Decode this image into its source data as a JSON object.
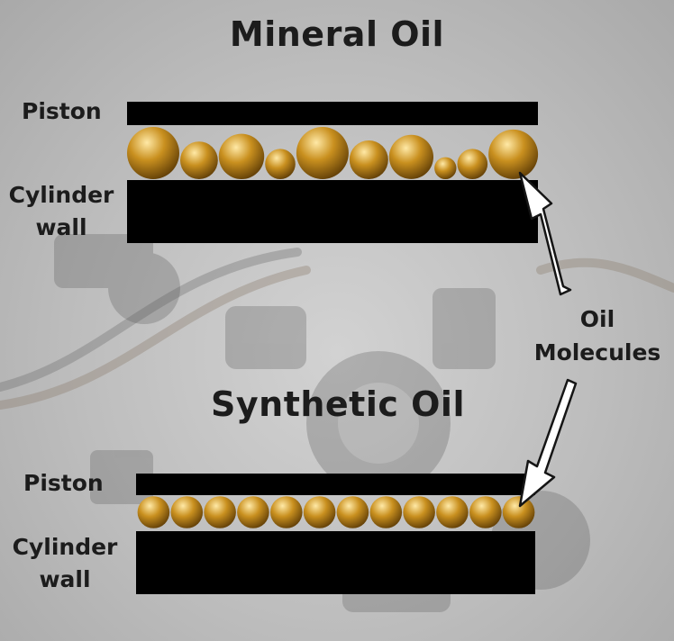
{
  "titles": {
    "top": "Mineral Oil",
    "bottom": "Synthetic Oil"
  },
  "labels": {
    "piston_top": "Piston",
    "cylinder_top_1": "Cylinder",
    "cylinder_top_2": "wall",
    "piston_bottom": "Piston",
    "cylinder_bottom_1": "Cylinder",
    "cylinder_bottom_2": "wall",
    "molecules_1": "Oil",
    "molecules_2": "Molecules"
  },
  "colors": {
    "bar": "#000000",
    "text": "#1c1c1c",
    "molecule_light": "#ffe9a6",
    "molecule_mid": "#c9901f",
    "molecule_dark": "#5e3c06",
    "arrow_fill": "#ffffff"
  },
  "mineral_molecule_sizes": [
    1.0,
    0.72,
    0.87,
    0.58,
    1.0,
    0.74,
    0.85,
    0.42,
    0.58,
    0.95
  ],
  "synthetic_molecule_count": 12
}
